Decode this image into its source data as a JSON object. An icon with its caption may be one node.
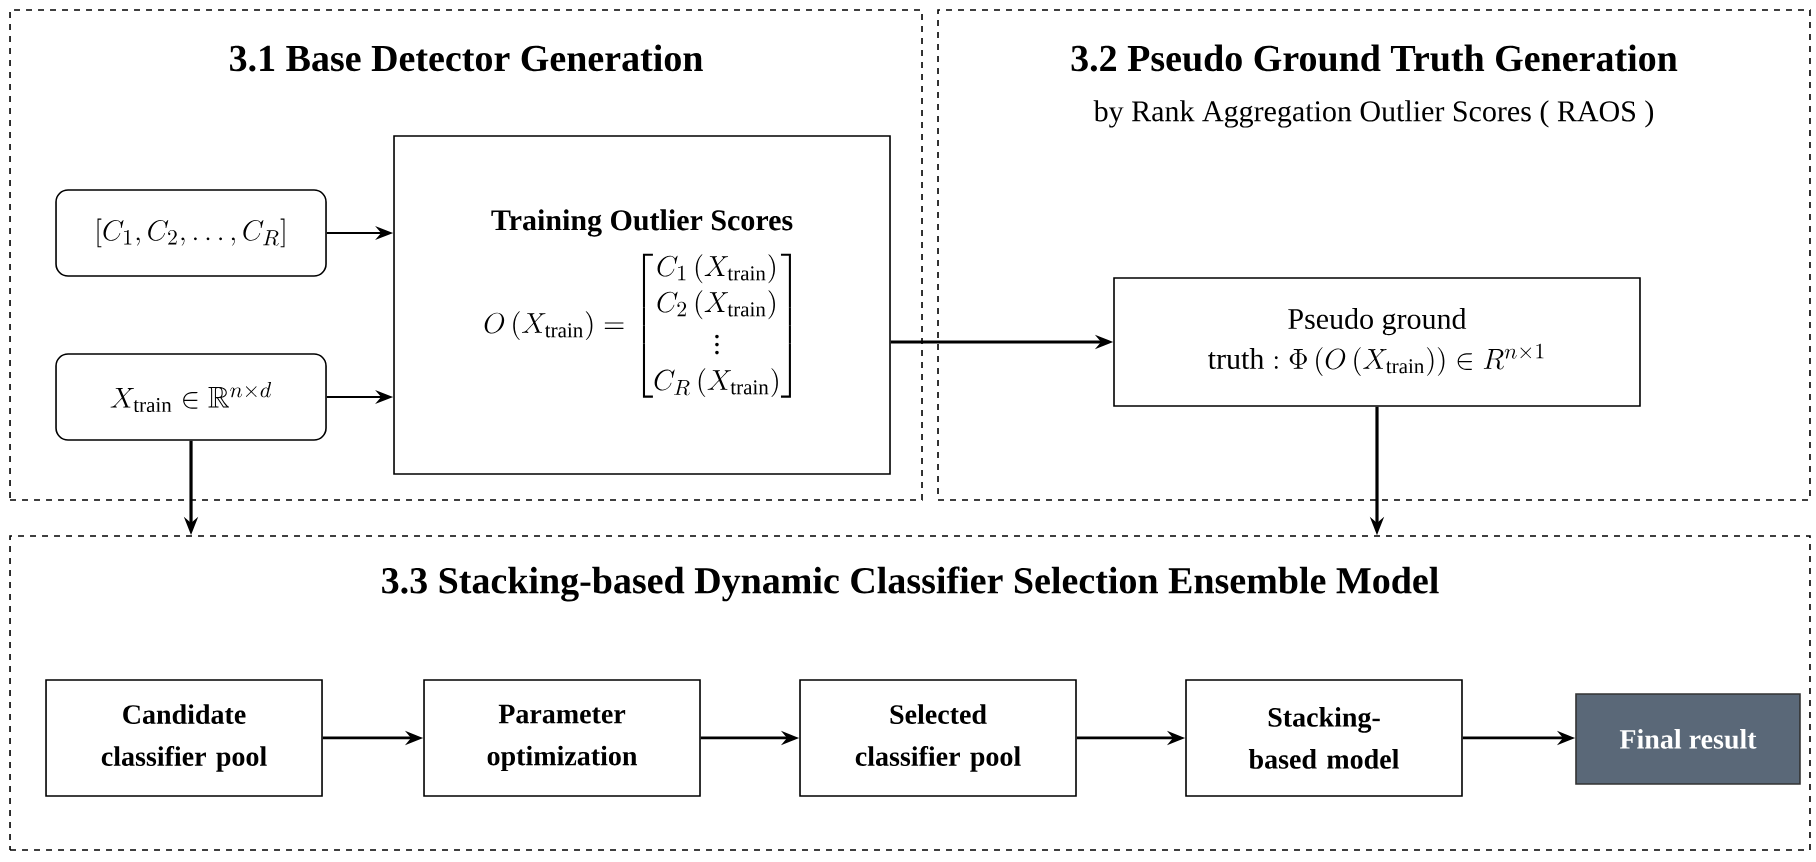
{
  "diagram": {
    "nodes": [
      {
        "text": [
          "3.1 Base Detector Generation"
        ]
      },
      {
        "text": [
          "[C_1, C_2, \\ldots, C_R]"
        ],
        "in": 0
      },
      {
        "text": [
          "X_{\\mathrm{train}} \\in \\mathbb{R}^{n\\times d}"
        ],
        "in": 0
      },
      {
        "text": [
          "Training Outlier Scores",
          "O\\left(X_{\\mathrm{train}}\\right)=\\begin{bmatrix}C_1\\left(X_{\\mathrm{train}}\\right)\\\\ C_2\\left(X_{\\mathrm{train}}\\right)\\\\ \\vdots\\\\ C_R\\left(X_{\\mathrm{train}}\\right)\\end{bmatrix}"
        ],
        "in": 0
      },
      {
        "text": [
          "3.2 Pseudo Ground Truth Generation",
          "by Rank Aggregation Outlier Scores ( RAOS )"
        ]
      },
      {
        "text": [
          "Pseudo ground",
          "\\mathrm{truth}:\\Phi\\left(O\\left(X_{\\mathrm{train}}\\right)\\right)\\in R^{n\\times 1}"
        ],
        "in": 4
      },
      {
        "text": [
          "3.3 Stacking-based Dynamic Classifier Selection Ensemble Model"
        ]
      },
      {
        "text": [
          "Candidate classifier pool"
        ],
        "in": 6
      },
      {
        "text": [
          "Parameter optimization"
        ],
        "in": 6
      },
      {
        "text": [
          "Selected classifier pool"
        ],
        "in": 6
      },
      {
        "text": [
          "Stacking-based model"
        ],
        "in": 6
      },
      {
        "text": [
          "Final result"
        ],
        "in": 6
      }
    ],
    "edges": [
      {
        "from": 1,
        "to": 3,
        "arrow": "to"
      },
      {
        "from": 2,
        "to": 3,
        "arrow": "to"
      },
      {
        "from": 3,
        "to": 5,
        "arrow": "to"
      },
      {
        "from": 2,
        "to": 6,
        "arrow": "to"
      },
      {
        "from": 5,
        "to": 6,
        "arrow": "to"
      },
      {
        "from": 7,
        "to": 8,
        "arrow": "to"
      },
      {
        "from": 8,
        "to": 9,
        "arrow": "to"
      },
      {
        "from": 9,
        "to": 10,
        "arrow": "to"
      },
      {
        "from": 10,
        "to": 11,
        "arrow": "to"
      }
    ]
  }
}
